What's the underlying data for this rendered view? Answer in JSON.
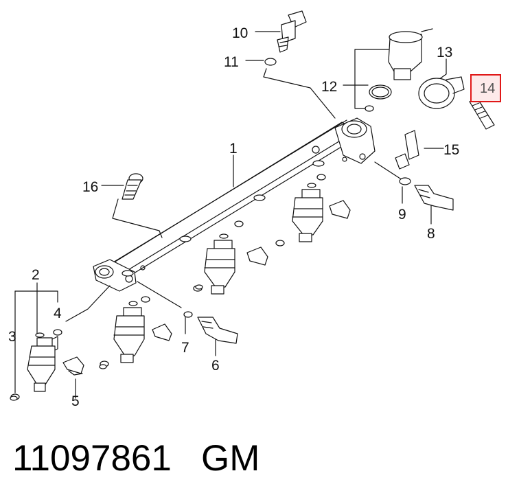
{
  "callouts": {
    "c1": "1",
    "c2": "2",
    "c3": "3",
    "c4": "4",
    "c5": "5",
    "c6": "6",
    "c7": "7",
    "c8": "8",
    "c9": "9",
    "c10": "10",
    "c11": "11",
    "c12": "12",
    "c13": "13",
    "c14": "14",
    "c15": "15",
    "c16": "16"
  },
  "highlighted_callout": "14",
  "footer": {
    "part_number": "11097861",
    "brand": "GM"
  },
  "colors": {
    "line": "#111111",
    "highlight_border": "#e01818",
    "highlight_fill": "#fdeaea"
  }
}
